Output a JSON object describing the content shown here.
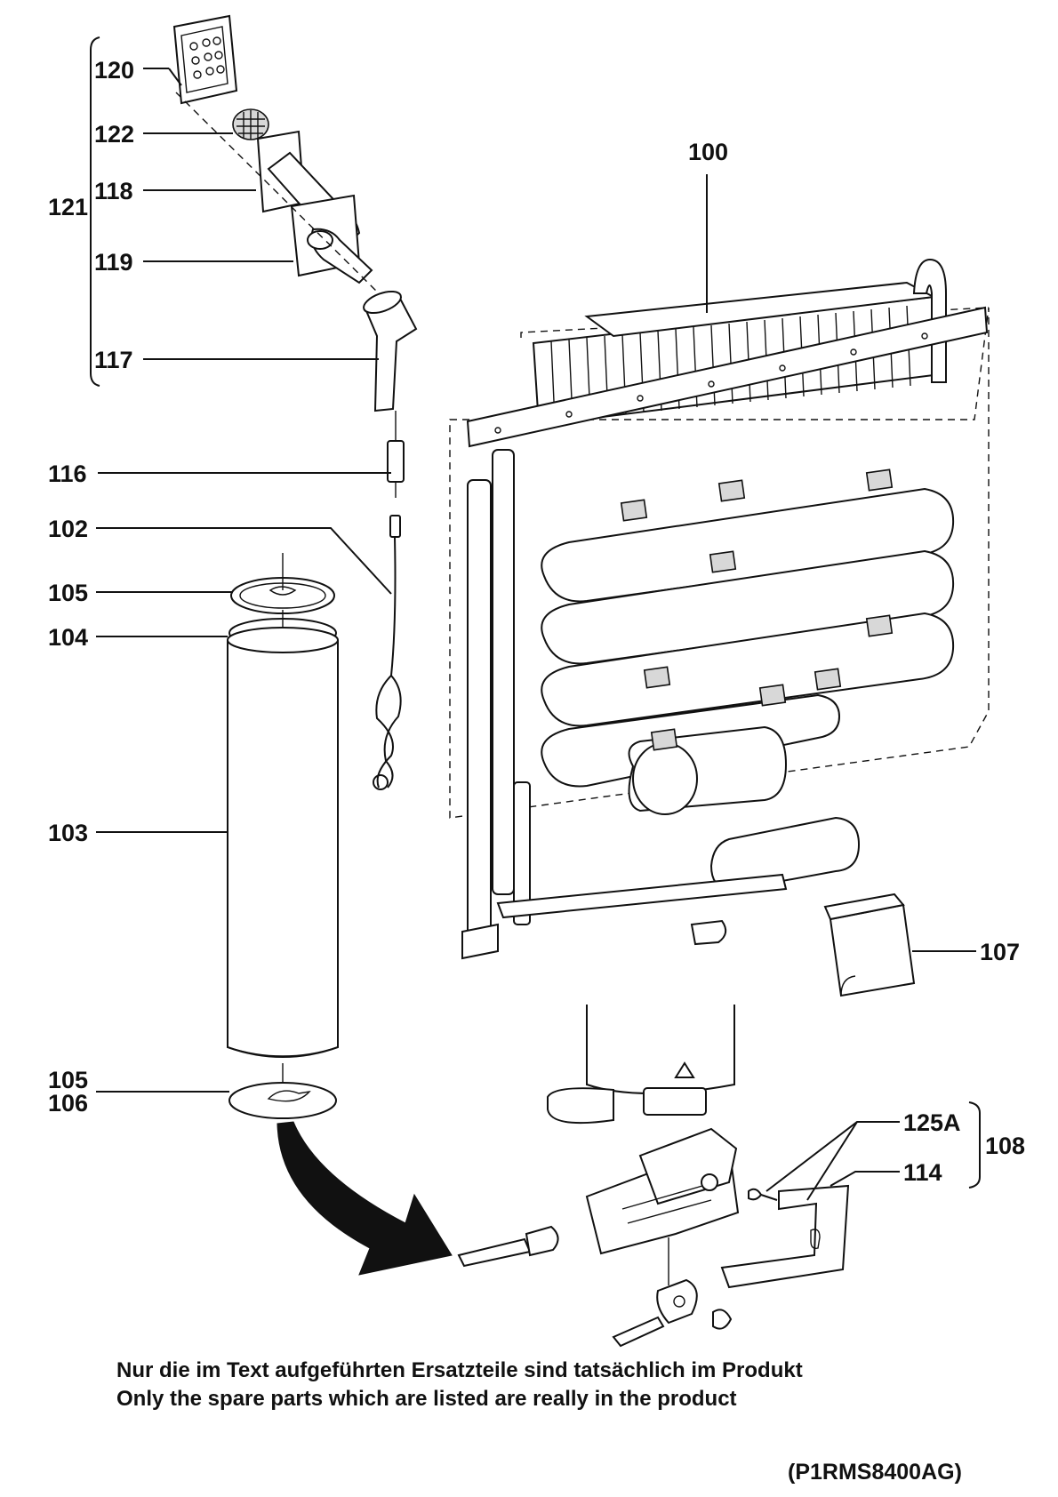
{
  "labels": {
    "l100": "100",
    "l102": "102",
    "l103": "103",
    "l104": "104",
    "l105a": "105",
    "l105b": "105",
    "l106": "106",
    "l107": "107",
    "l108": "108",
    "l114": "114",
    "l116": "116",
    "l117": "117",
    "l118": "118",
    "l119": "119",
    "l120": "120",
    "l121": "121",
    "l122": "122",
    "l125a": "125A"
  },
  "notes": {
    "german": "Nur die im Text aufgeführten Ersatzteile sind tatsächlich im Produkt",
    "english": "Only the spare parts which are listed are really in the product"
  },
  "drawing_code": "(P1RMS8400AG)"
}
